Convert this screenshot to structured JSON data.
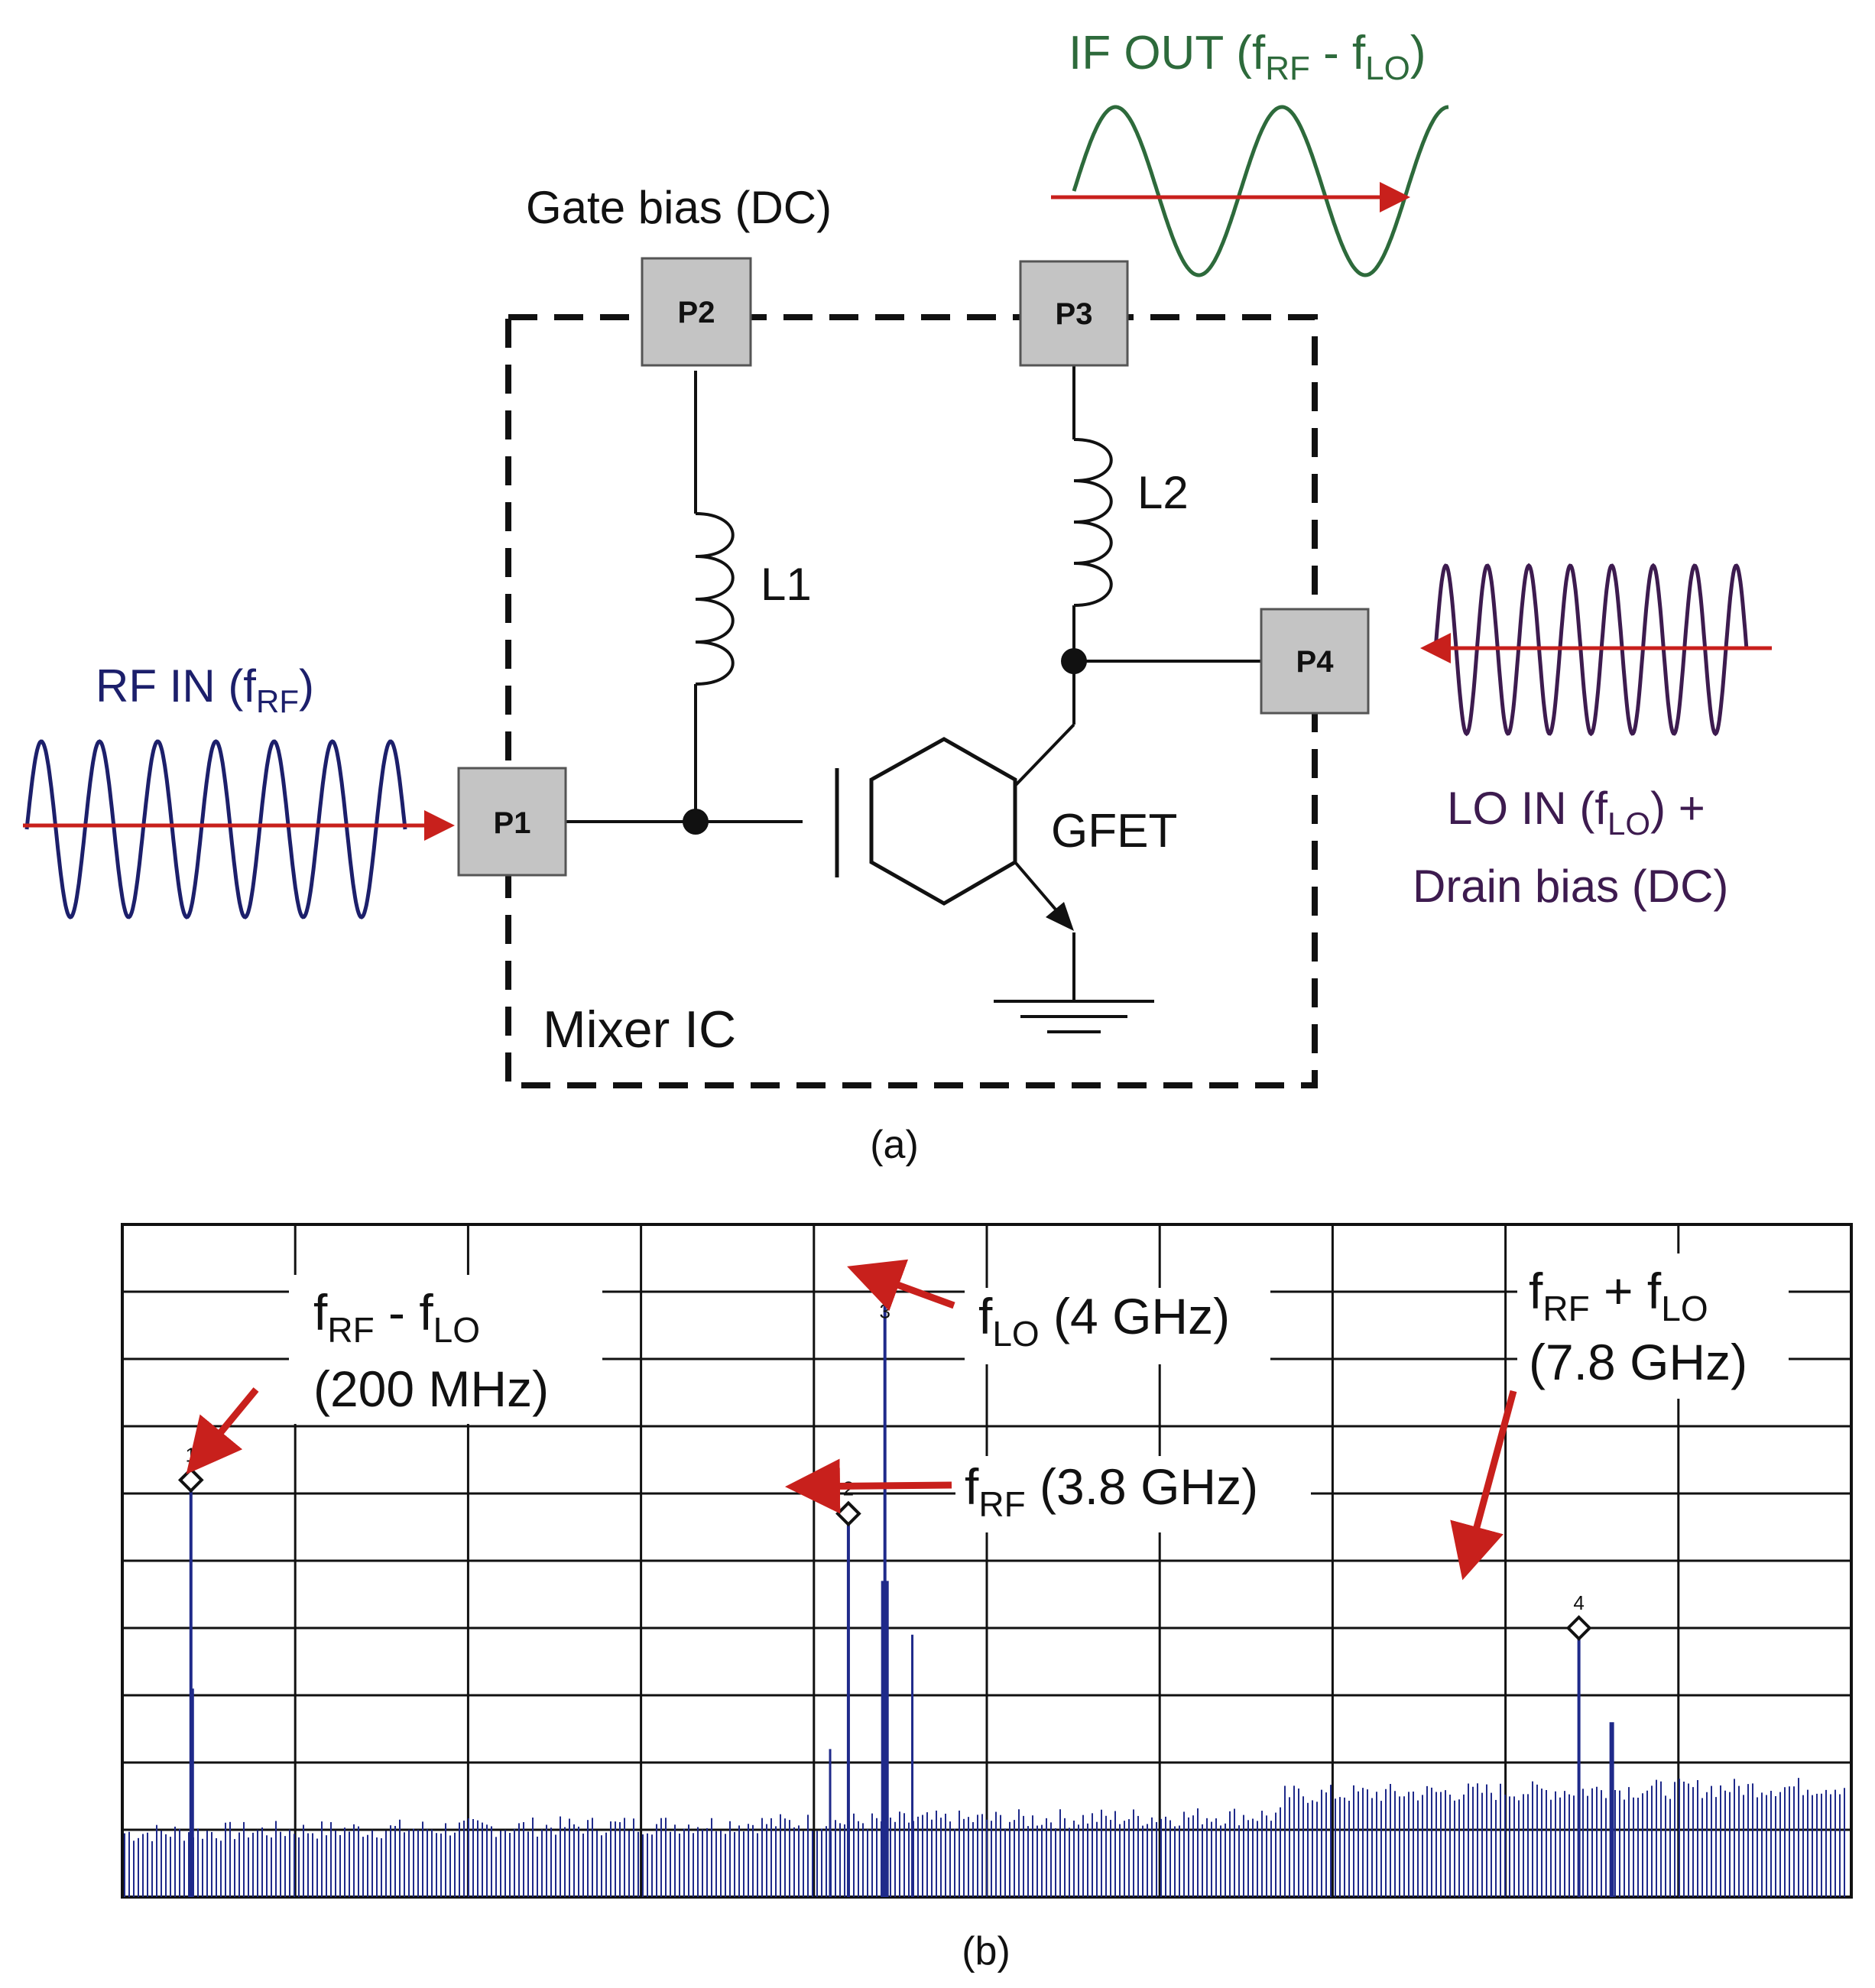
{
  "colors": {
    "rf_wave": "#1c1f6b",
    "lo_wave": "#3d1b4f",
    "if_wave": "#2d6a3b",
    "arrow": "#c8201c",
    "pad_fill": "#c4c4c4",
    "circuit": "#111111",
    "spectrum": "#1f2a8a",
    "grid": "#111111"
  },
  "panel_a": {
    "caption": "(a)",
    "if_out": {
      "main": "IF OUT (f",
      "sub1": "RF",
      "mid": " - f",
      "sub2": "LO",
      "end": ")"
    },
    "gate_bias": "Gate bias (DC)",
    "rf_in": {
      "main": "RF IN (f",
      "sub": "RF",
      "end": ")"
    },
    "lo_in": {
      "main": "LO IN (f",
      "sub": "LO",
      "end": ") +",
      "line2": "Drain bias (DC)"
    },
    "ports": {
      "p1": "P1",
      "p2": "P2",
      "p3": "P3",
      "p4": "P4"
    },
    "inductors": {
      "l1": "L1",
      "l2": "L2"
    },
    "device": "GFET",
    "ic_label": "Mixer IC",
    "icons": [
      "rf-wave-icon",
      "lo-wave-icon",
      "if-wave-icon",
      "inductor-icon",
      "graphene-hexagon-icon",
      "ground-icon"
    ]
  },
  "panel_b": {
    "caption": "(b)",
    "annotations": {
      "diff": {
        "f": "f",
        "sub1": "RF",
        "mid": " - f",
        "sub2": "LO",
        "line2": "(200 MHz)"
      },
      "lo": {
        "f": "f",
        "sub": "LO",
        "rest": " (4 GHz)"
      },
      "rf": {
        "f": "f",
        "sub": "RF",
        "rest": " (3.8 GHz)"
      },
      "sum": {
        "f": "f",
        "sub1": "RF",
        "mid": " + f",
        "sub2": "LO",
        "line2": "(7.8 GHz)"
      }
    },
    "marker_numbers": [
      "1",
      "2",
      "3",
      "4"
    ]
  },
  "chart_data": {
    "type": "bar",
    "xunit": "GHz",
    "markers": [
      {
        "id": "1",
        "label": "fRF - fLO",
        "x": 0.2,
        "relative_level": 0.62
      },
      {
        "id": "2",
        "label": "fRF",
        "x": 3.8,
        "relative_level": 0.57
      },
      {
        "id": "3",
        "label": "fLO",
        "x": 4.0,
        "relative_level": 0.92
      },
      {
        "id": "4",
        "label": "fRF + fLO",
        "x": 7.8,
        "relative_level": 0.4
      }
    ],
    "grid": true,
    "grid_divisions": {
      "x": 10,
      "y": 10
    }
  }
}
